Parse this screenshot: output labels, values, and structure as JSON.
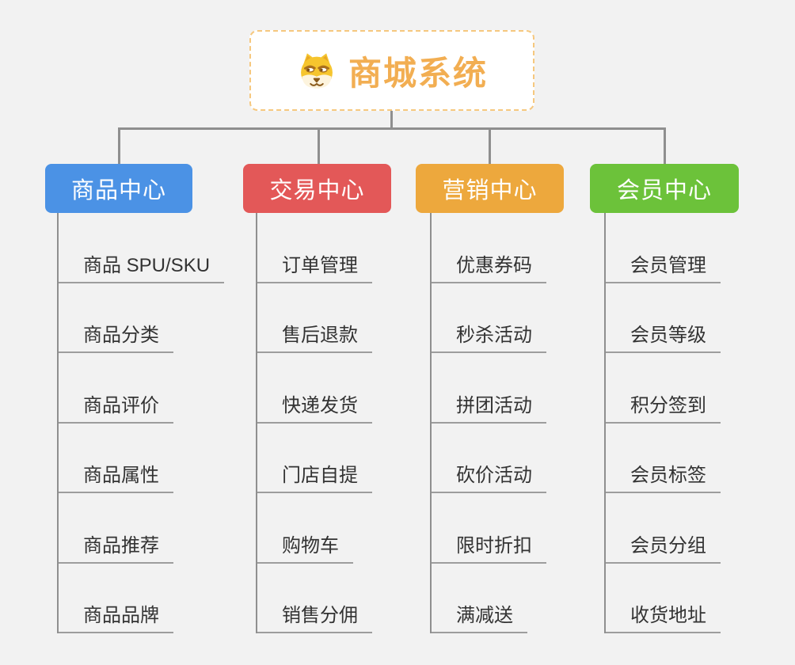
{
  "root": {
    "title": "商城系统",
    "icon": "doge-dog-icon",
    "title_color": "#f2ae52",
    "border_color": "#f6c87f"
  },
  "connector_color": "#8f8f8f",
  "background_color": "#f2f2f2",
  "leaf_text_color": "#333333",
  "leaf_underline_color": "#9d9d9d",
  "branches": [
    {
      "label": "商品中心",
      "color": "#4b92e5",
      "items": [
        "商品 SPU/SKU",
        "商品分类",
        "商品评价",
        "商品属性",
        "商品推荐",
        "商品品牌"
      ]
    },
    {
      "label": "交易中心",
      "color": "#e35858",
      "items": [
        "订单管理",
        "售后退款",
        "快递发货",
        "门店自提",
        "购物车",
        "销售分佣"
      ]
    },
    {
      "label": "营销中心",
      "color": "#eda83d",
      "items": [
        "优惠券码",
        "秒杀活动",
        "拼团活动",
        "砍价活动",
        "限时折扣",
        "满减送"
      ]
    },
    {
      "label": "会员中心",
      "color": "#6cc23a",
      "items": [
        "会员管理",
        "会员等级",
        "积分签到",
        "会员标签",
        "会员分组",
        "收货地址"
      ]
    }
  ]
}
